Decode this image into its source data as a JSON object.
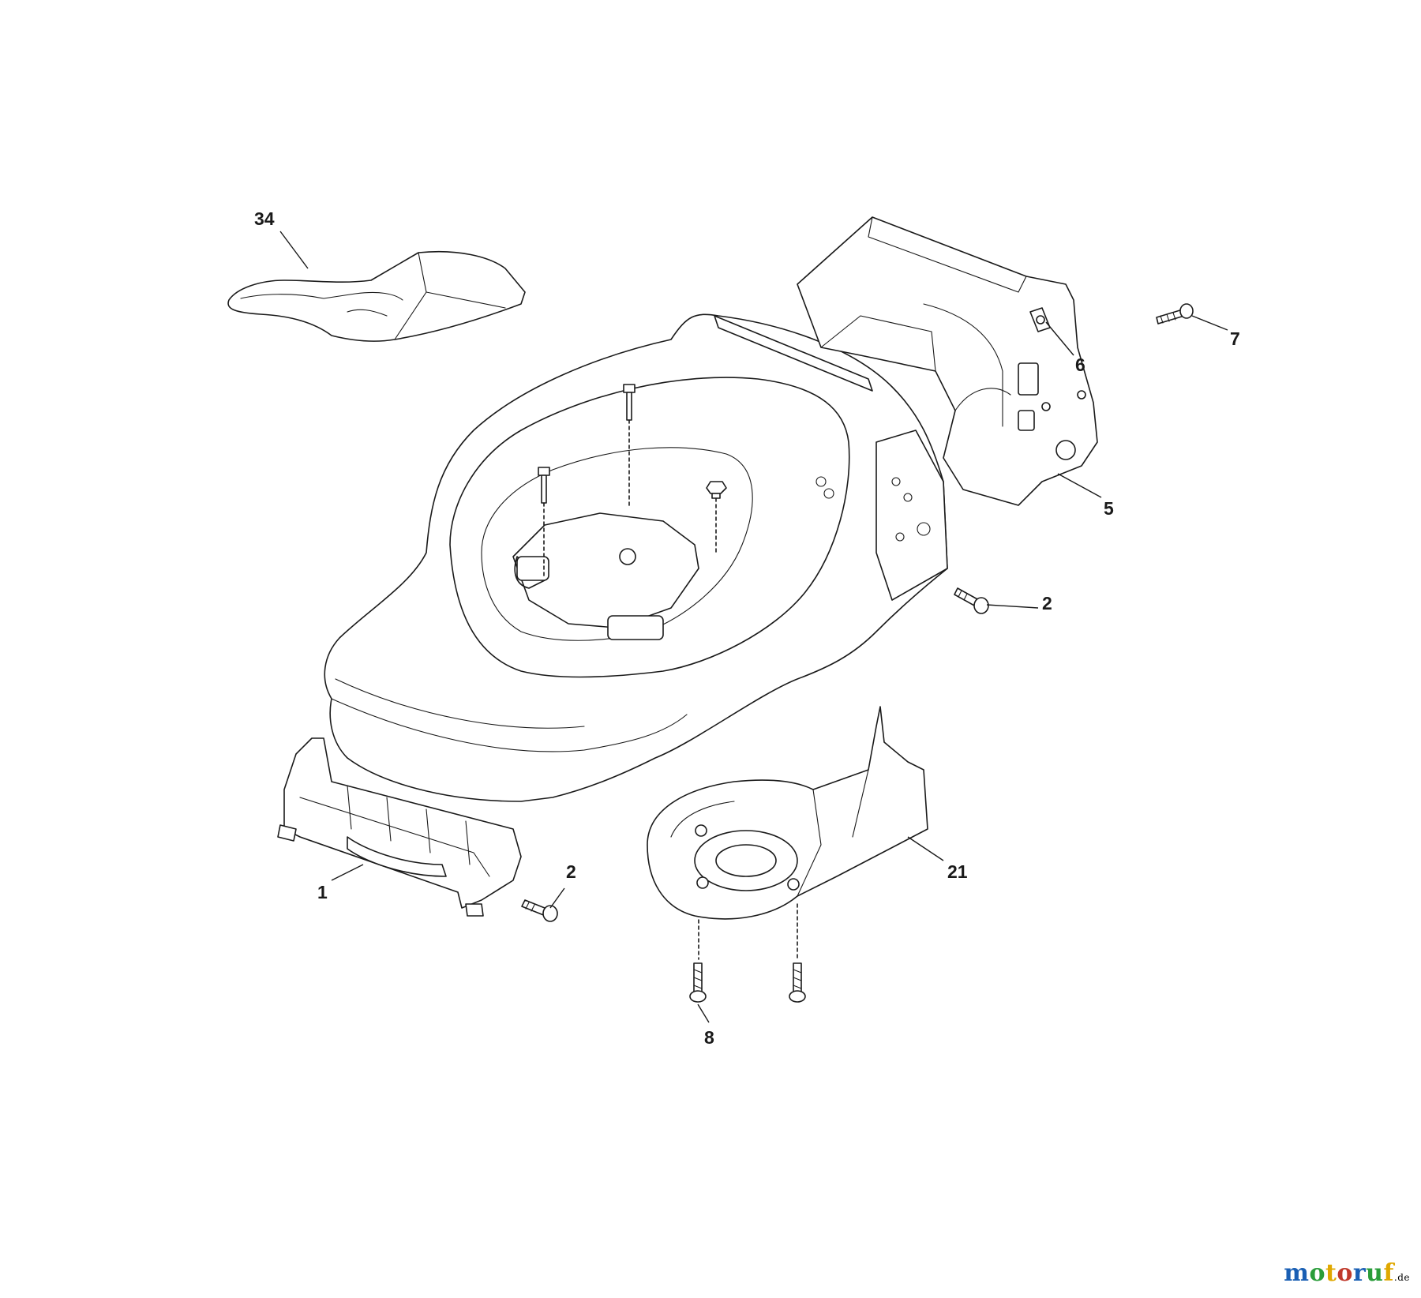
{
  "diagram": {
    "callouts": [
      {
        "id": "34",
        "text": "34"
      },
      {
        "id": "7",
        "text": "7"
      },
      {
        "id": "6",
        "text": "6"
      },
      {
        "id": "5",
        "text": "5"
      },
      {
        "id": "2a",
        "text": "2"
      },
      {
        "id": "2b",
        "text": "2"
      },
      {
        "id": "1",
        "text": "1"
      },
      {
        "id": "21",
        "text": "21"
      },
      {
        "id": "8",
        "text": "8"
      }
    ],
    "parts": [
      {
        "number": "34",
        "icon": "grass-deflector-icon"
      },
      {
        "number": "7",
        "icon": "screw-icon"
      },
      {
        "number": "6",
        "icon": "bracket-icon"
      },
      {
        "number": "5",
        "icon": "rear-housing-icon"
      },
      {
        "number": "2",
        "icon": "screw-icon"
      },
      {
        "number": "1",
        "icon": "front-bumper-icon"
      },
      {
        "number": "21",
        "icon": "side-chute-icon"
      },
      {
        "number": "8",
        "icon": "screw-icon"
      }
    ]
  },
  "watermark": {
    "brand": "motoruf",
    "suffix": ".de",
    "colors": [
      "#1a5fb4",
      "#2a9d3a",
      "#e0a800",
      "#c0392b"
    ]
  }
}
